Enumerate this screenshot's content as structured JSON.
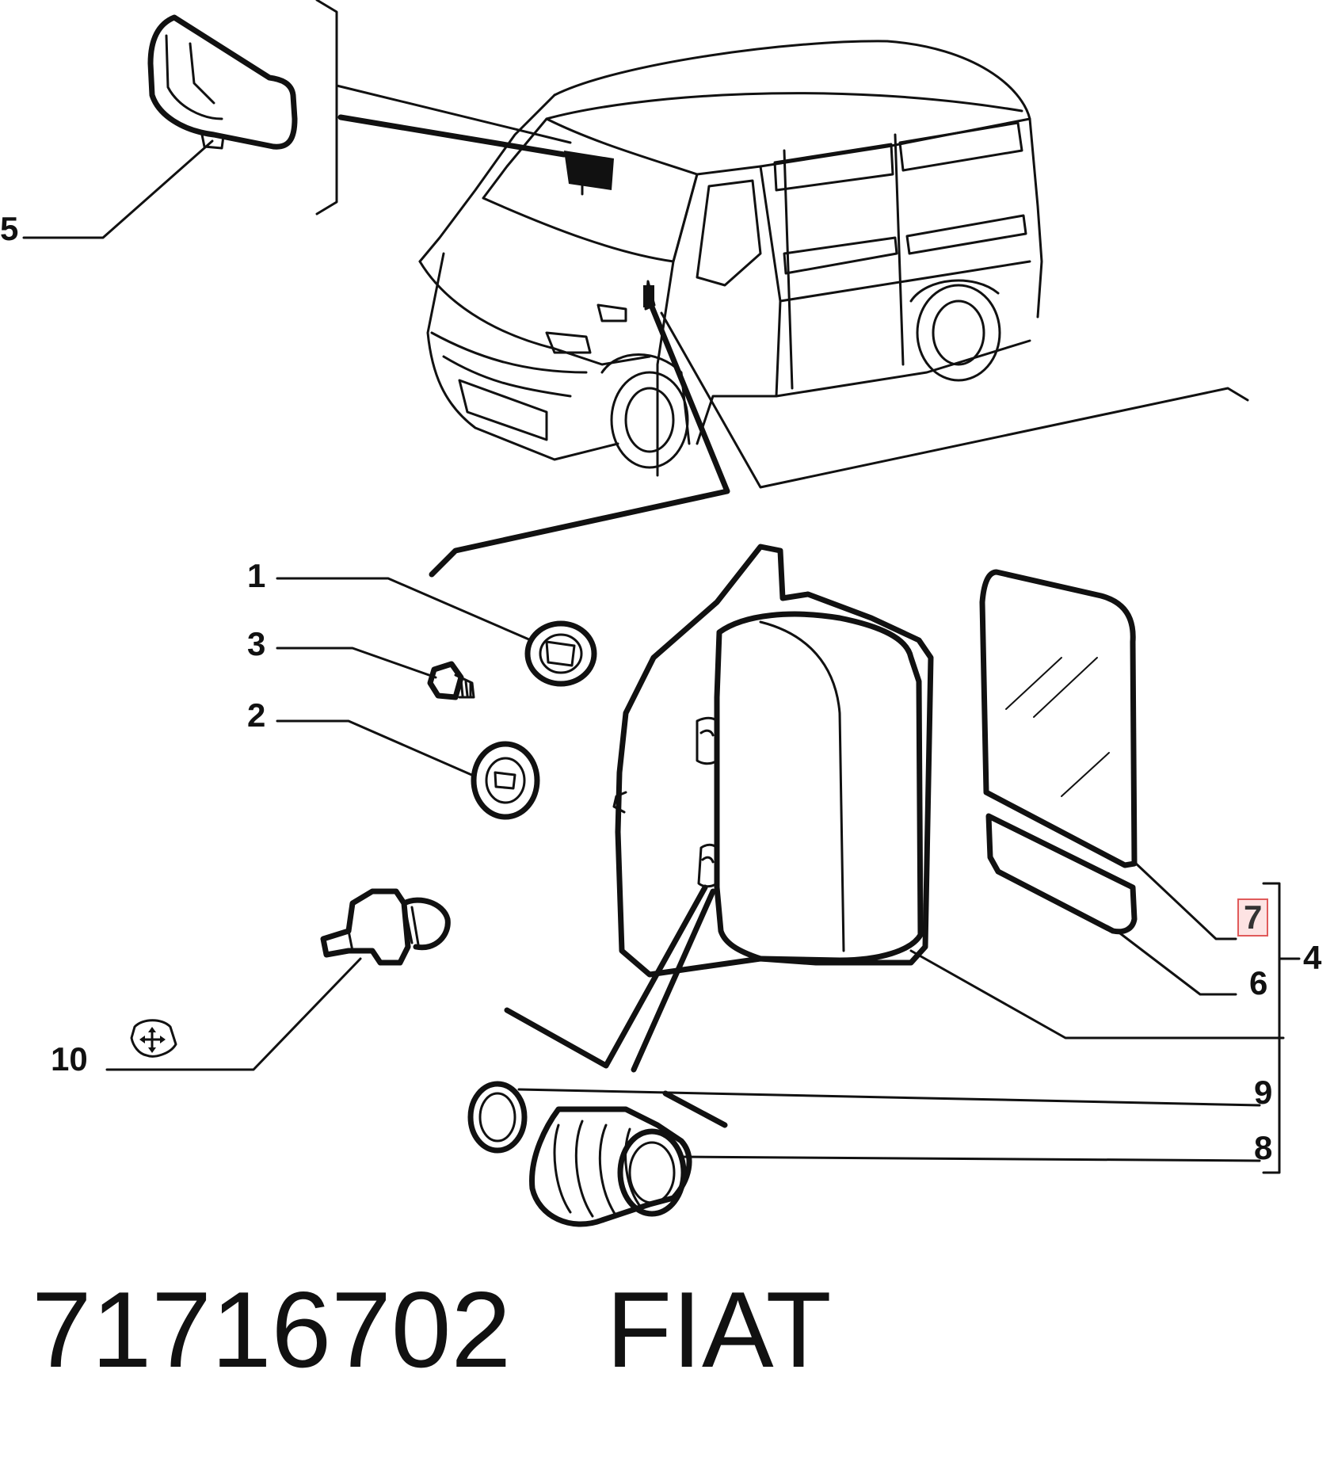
{
  "callouts": [
    {
      "id": "c5",
      "text": "5"
    },
    {
      "id": "c1",
      "text": "1"
    },
    {
      "id": "c3",
      "text": "3"
    },
    {
      "id": "c2",
      "text": "2"
    },
    {
      "id": "c7",
      "text": "7",
      "highlighted": true
    },
    {
      "id": "c4",
      "text": "4"
    },
    {
      "id": "c6",
      "text": "6"
    },
    {
      "id": "c10",
      "text": "10"
    },
    {
      "id": "c9",
      "text": "9"
    },
    {
      "id": "c8",
      "text": "8"
    }
  ],
  "footer": {
    "part_number": "71716702",
    "brand": "FIAT"
  },
  "colors": {
    "ink": "#111111",
    "highlight_border": "#e05a5a",
    "highlight_fill": "#fde3e3"
  }
}
